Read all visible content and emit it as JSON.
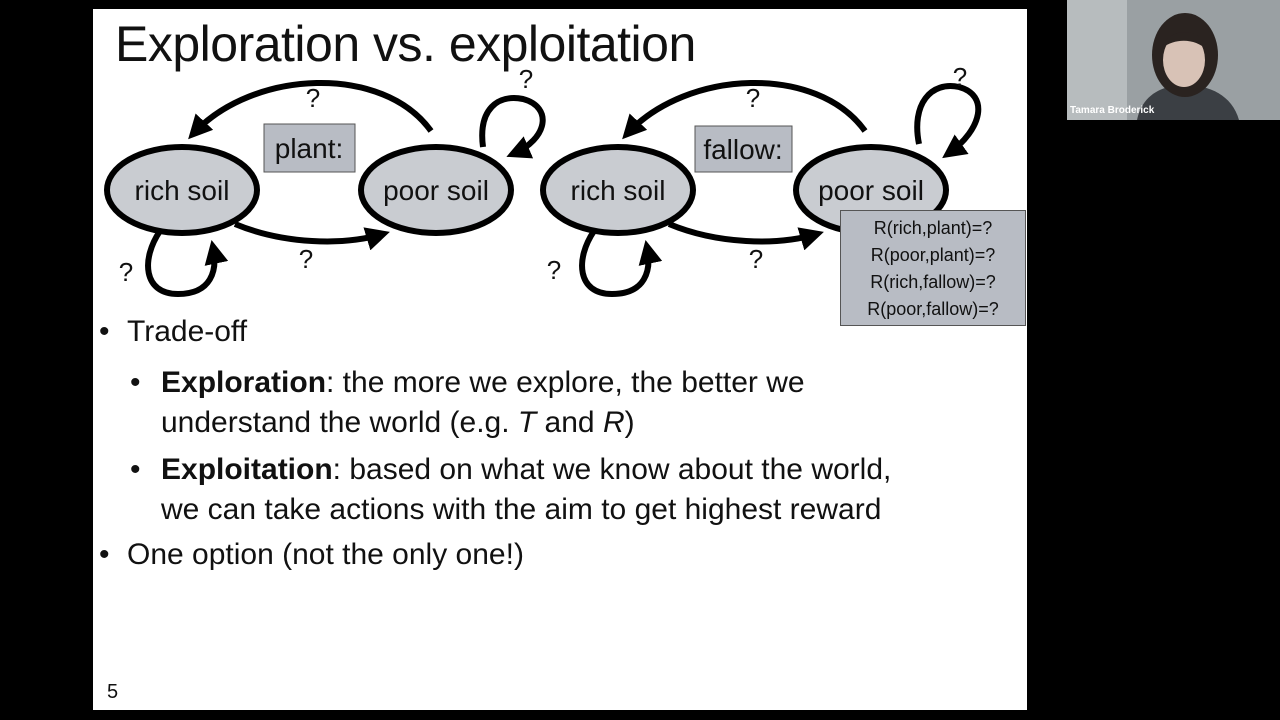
{
  "slide": {
    "title": "Exploration vs. exploitation",
    "number": "5",
    "diagram": {
      "nodes": {
        "rich": "rich soil",
        "poor": "poor soil"
      },
      "actions": {
        "plant": "plant:",
        "fallow": "fallow:"
      },
      "unknown": "?",
      "rewards": [
        "R(rich,plant)=?",
        "R(poor,plant)=?",
        "R(rich,fallow)=?",
        "R(poor,fallow)=?"
      ]
    },
    "bullets": {
      "tradeoff": "Trade-off",
      "exploration_term": "Exploration",
      "exploration_line1": ": the more we explore, the better we",
      "exploration_line2a": "understand the world (e.g. ",
      "exploration_T": "T",
      "exploration_and": " and ",
      "exploration_R": "R",
      "exploration_close": ")",
      "exploitation_term": "Exploitation",
      "exploitation_line1": ": based on what we know about the world,",
      "exploitation_line2": "we can take actions with the aim to get highest reward",
      "option": "One option (not the only one!)",
      "bullet_glyph": "•"
    }
  },
  "webcam": {
    "participant_name": "Tamara Broderick"
  },
  "colors": {
    "slide_background": "#ffffff",
    "screen_background": "#000000",
    "label_box": "#b8bcc4",
    "node_fill": "#c9ccd1"
  }
}
